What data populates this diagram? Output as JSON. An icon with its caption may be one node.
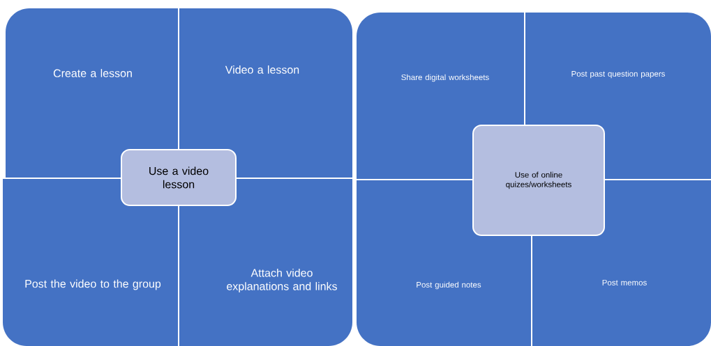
{
  "diagram": {
    "nodes": [
      {
        "text": [
          "Create a lesson"
        ]
      },
      {
        "text": [
          "Video a lesson"
        ]
      },
      {
        "text": [
          "Post the video to the group"
        ]
      },
      {
        "text": [
          "Attach video explanations and links"
        ]
      },
      {
        "text": [
          "Use a video lesson"
        ]
      },
      {
        "text": [
          "Share digital worksheets"
        ]
      },
      {
        "text": [
          "Post past question papers"
        ]
      },
      {
        "text": [
          "Post guided notes"
        ]
      },
      {
        "text": [
          "Post memos"
        ]
      },
      {
        "text": [
          "Use of online quizes/worksheets"
        ]
      }
    ]
  }
}
